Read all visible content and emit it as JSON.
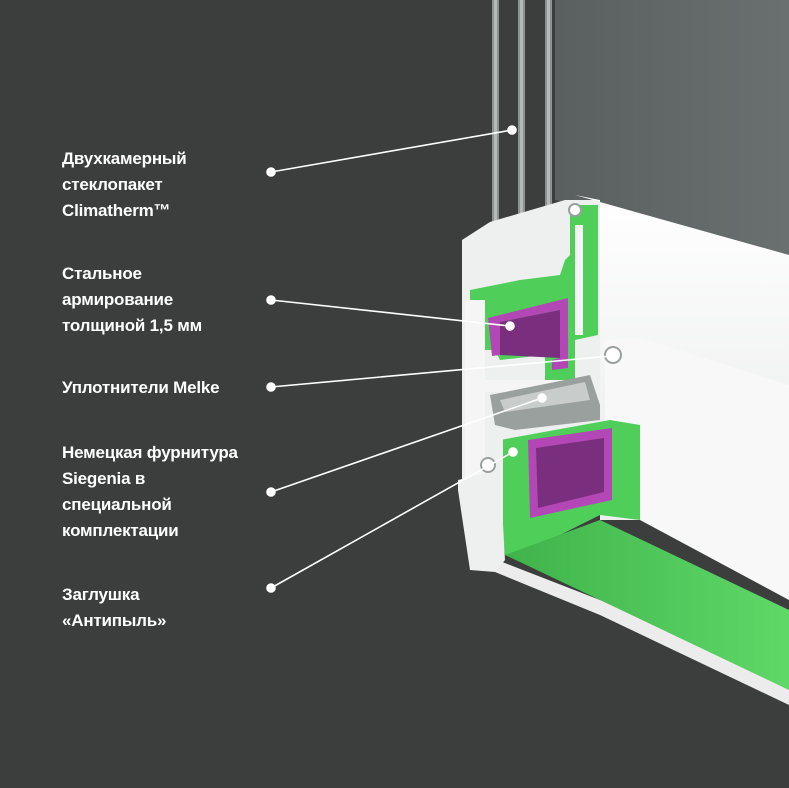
{
  "labels": [
    {
      "id": "glazing",
      "lines": [
        "Двухкамерный",
        "стеклопакет",
        "Climatherm™"
      ]
    },
    {
      "id": "reinforcement",
      "lines": [
        "Стальное",
        "армирование",
        "толщиной 1,5 мм"
      ]
    },
    {
      "id": "seals",
      "lines": [
        "Уплотнители Melke"
      ]
    },
    {
      "id": "hardware",
      "lines": [
        "Немецкая фурнитура",
        "Siegenia в",
        "специальной",
        "комплектации"
      ]
    },
    {
      "id": "dust-plug",
      "lines": [
        "Заглушка",
        "«Антипыль»"
      ]
    }
  ],
  "colors": {
    "background": "#3c3e3d",
    "profile_white": "#f2f3f2",
    "chamber_green": "#4fcf5a",
    "steel_magenta": "#b247b5",
    "glass": "#5e6463",
    "leader": "#ffffff"
  }
}
